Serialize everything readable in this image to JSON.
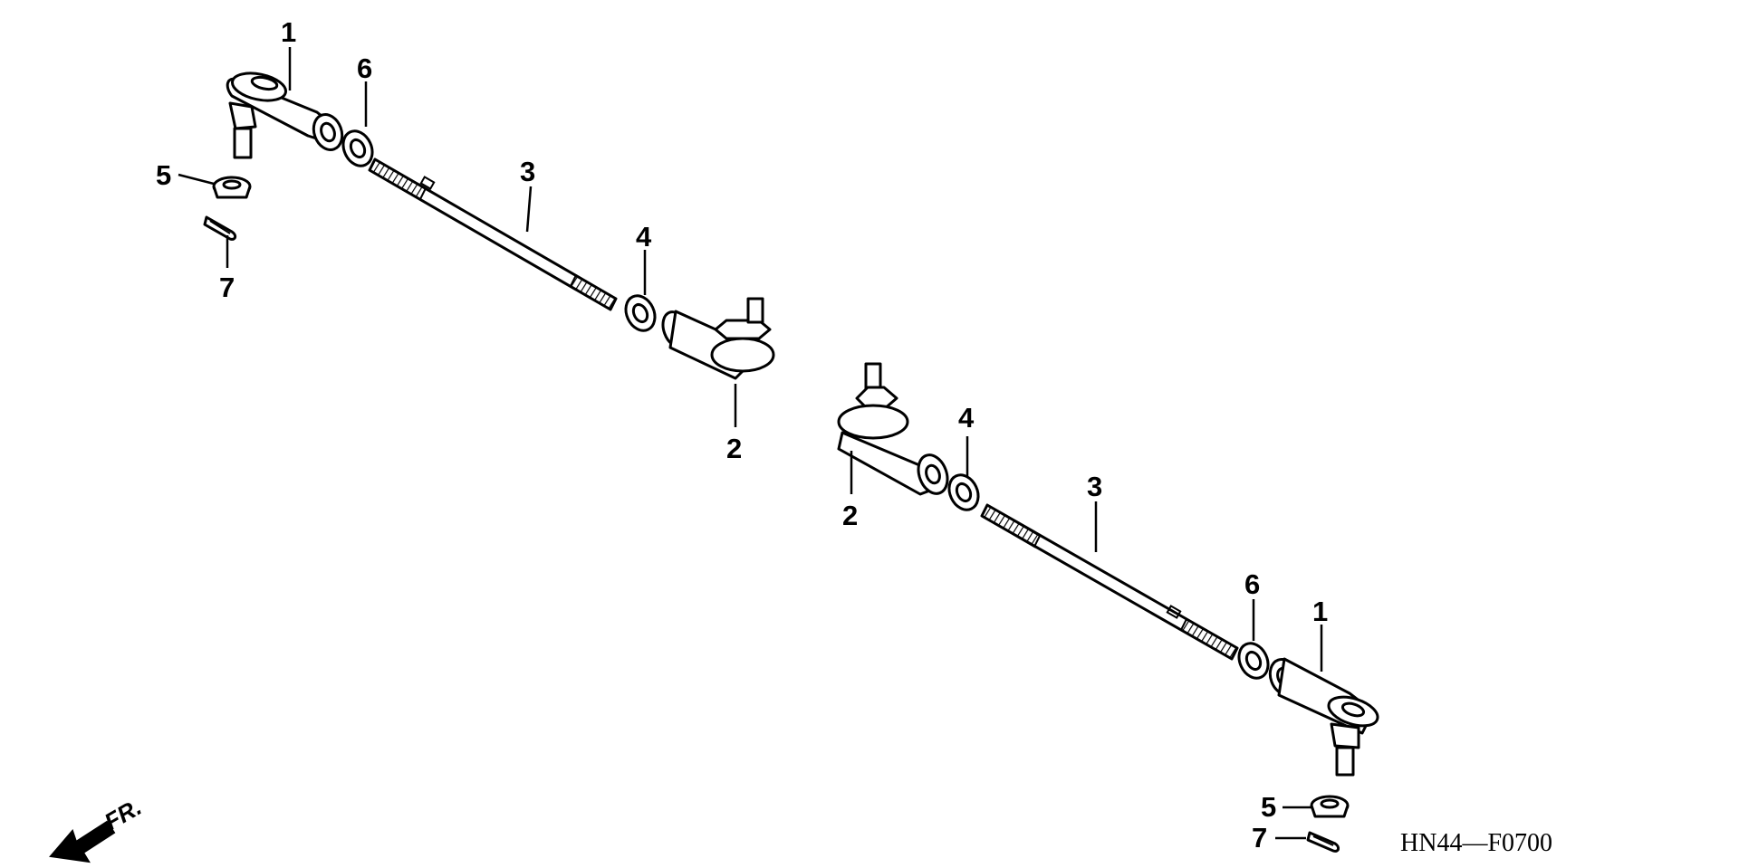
{
  "diagram": {
    "code": "HN44—F0700",
    "direction_label": "FR.",
    "callouts": {
      "left": {
        "c1": "1",
        "c2": "2",
        "c3": "3",
        "c4": "4",
        "c5": "5",
        "c6": "6",
        "c7": "7"
      },
      "right": {
        "c1": "1",
        "c2": "2",
        "c3": "3",
        "c4": "4",
        "c5": "5",
        "c6": "6",
        "c7": "7"
      }
    }
  }
}
